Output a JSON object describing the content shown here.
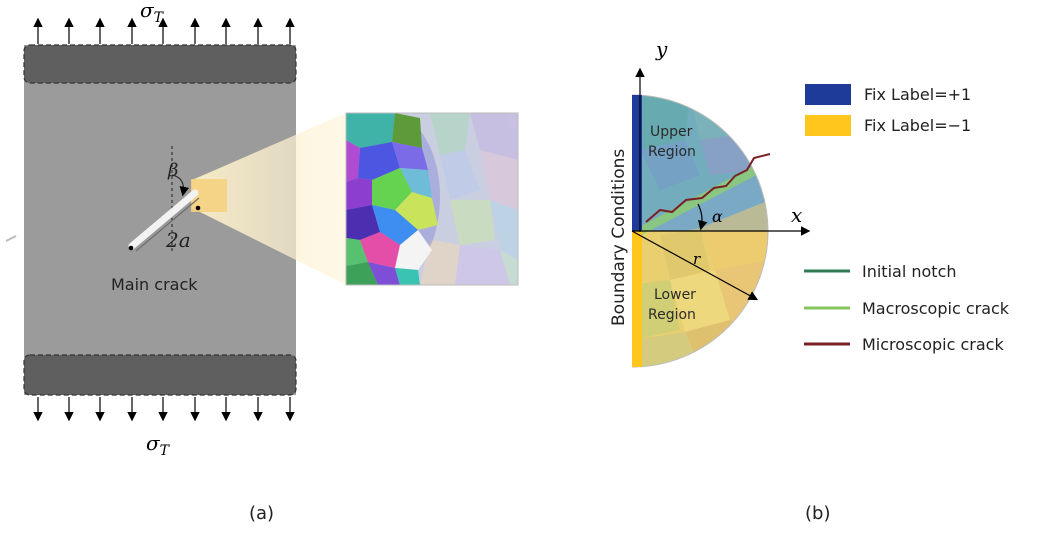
{
  "panel_a": {
    "stress_top": "σ",
    "stress_top_sub": "T",
    "stress_bottom": "σ",
    "stress_bottom_sub": "T",
    "angle_label": "β",
    "crack_length_label": "2a",
    "crack_label": "Main crack",
    "caption": "(a)"
  },
  "panel_b": {
    "axis_x": "x",
    "axis_y": "y",
    "angle_label": "α",
    "radius_label": "r",
    "upper_region_line1": "Upper",
    "upper_region_line2": "Region",
    "lower_region_line1": "Lower",
    "lower_region_line2": "Region",
    "boundary_label": "Boundary Conditions",
    "legend_fix": [
      {
        "label": "Fix Label=+1",
        "color": "#1f3b99"
      },
      {
        "label": "Fix Label=−1",
        "color": "#ffc61e"
      }
    ],
    "legend_lines": [
      {
        "label": "Initial notch",
        "color": "#2e7a55"
      },
      {
        "label": "Macroscopic crack",
        "color": "#86c45c"
      },
      {
        "label": "Microscopic crack",
        "color": "#7a1f22"
      }
    ],
    "caption": "(b)"
  }
}
